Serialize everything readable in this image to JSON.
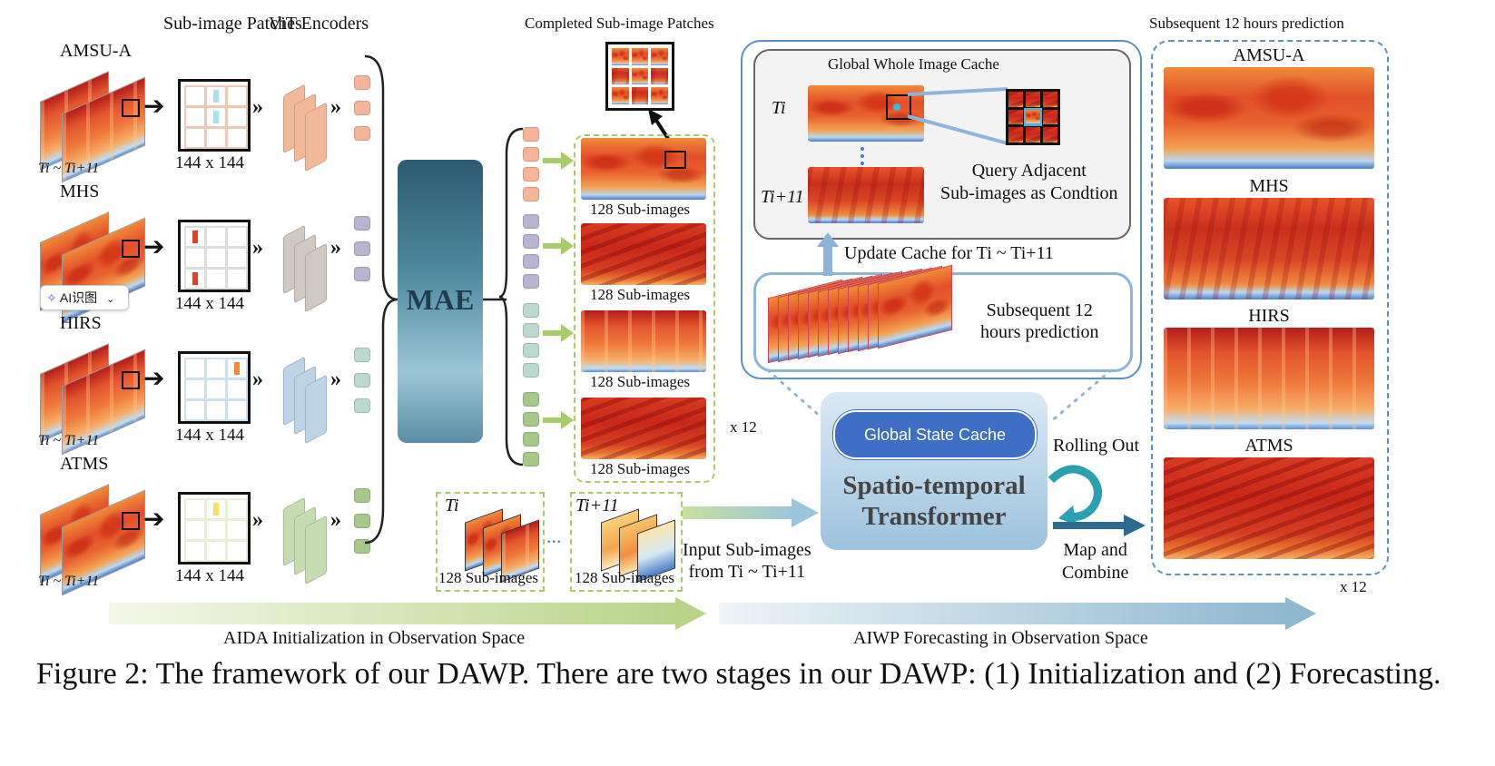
{
  "left": {
    "header_patches": "Sub-image\nPatches",
    "header_vit": "ViT\nEncoders",
    "sensors": [
      "AMSU-A",
      "MHS",
      "HIRS",
      "ATMS"
    ],
    "time_range": "Ti ~ Ti+11",
    "patch_size": "144 x 144",
    "ai_button": "AI识图"
  },
  "mae_label": "MAE",
  "middle": {
    "completed_title": "Completed Sub-image Patches",
    "sub_images_label": "128 Sub-images",
    "times_label": "x 12",
    "ti_label": "Ti",
    "ti11_label": "Ti+11",
    "ellipsis": "...",
    "input_label": "Input Sub-images\nfrom Ti ~ Ti+11"
  },
  "cache_panel": {
    "title": "Global Whole Image Cache",
    "ti": "Ti",
    "ti11": "Ti+11",
    "query": "Query Adjacent\nSub-images as Condtion",
    "update": "Update Cache for Ti ~ Ti+11",
    "subsequent": "Subsequent 12\nhours prediction"
  },
  "transformer": {
    "state_cache": "Global State Cache",
    "title": "Spatio-temporal\nTransformer",
    "rolling": "Rolling Out",
    "map_combine": "Map and\nCombine"
  },
  "right": {
    "title": "Subsequent 12 hours prediction",
    "sensors": [
      "AMSU-A",
      "MHS",
      "HIRS",
      "ATMS"
    ],
    "times_label": "x 12"
  },
  "bottom": {
    "stage1": "AIDA Initialization in Observation Space",
    "stage2": "AIWP Forecasting in Observation Space"
  },
  "caption": "Figure 2: The framework of our DAWP. There are two stages in our DAWP: (1) Initialization and (2) Forecasting.",
  "colors": {
    "amsu_token": "#f6b59b",
    "mhs_token": "#b9b4d2",
    "hirs_token": "#bcd9cf",
    "atms_token": "#a6c98b",
    "panel_border": "#5b8fc8",
    "state_cache": "#3f6ec7",
    "green_arrow": "#a9cc6b"
  }
}
